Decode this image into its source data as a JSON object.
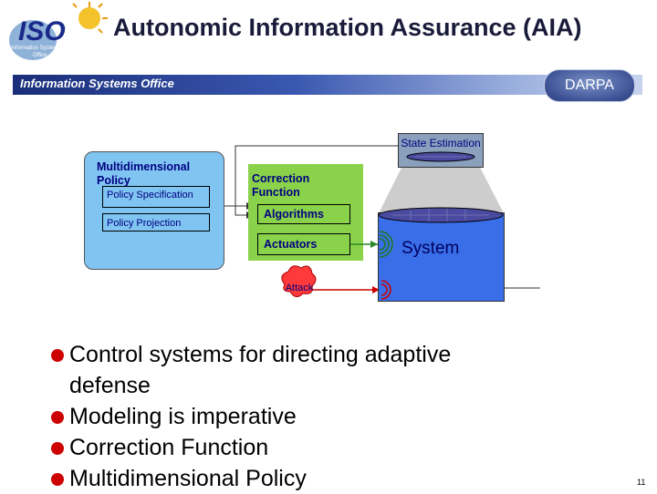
{
  "title": "Autonomic Information Assurance (AIA)",
  "banner": {
    "text": "Information Systems Office",
    "badge": "DARPA"
  },
  "logo": {
    "letters": "ISO",
    "tagline": "Information Systems Office"
  },
  "diagram": {
    "policy": {
      "title": "Multidimensional Policy",
      "items": [
        "Policy Specification",
        "Policy Projection"
      ]
    },
    "correction": {
      "title": "Correction Function",
      "items": [
        "Algorithms",
        "Actuators"
      ]
    },
    "state_label": "State Estimation",
    "system_label": "System",
    "attack_label": "Attack"
  },
  "bullets": [
    {
      "text": "Control systems for directing adaptive",
      "cont": "defense"
    },
    {
      "text": "Modeling is imperative"
    },
    {
      "text": "Correction Function"
    },
    {
      "text": "Multidimensional Policy"
    }
  ],
  "page_number": "11",
  "colors": {
    "banner": "#2a3f8f",
    "policy_fill": "#80c4f2",
    "correction_fill": "#8ad24a",
    "system_fill": "#3a6ee8",
    "bullet_dot": "#cc0000"
  }
}
